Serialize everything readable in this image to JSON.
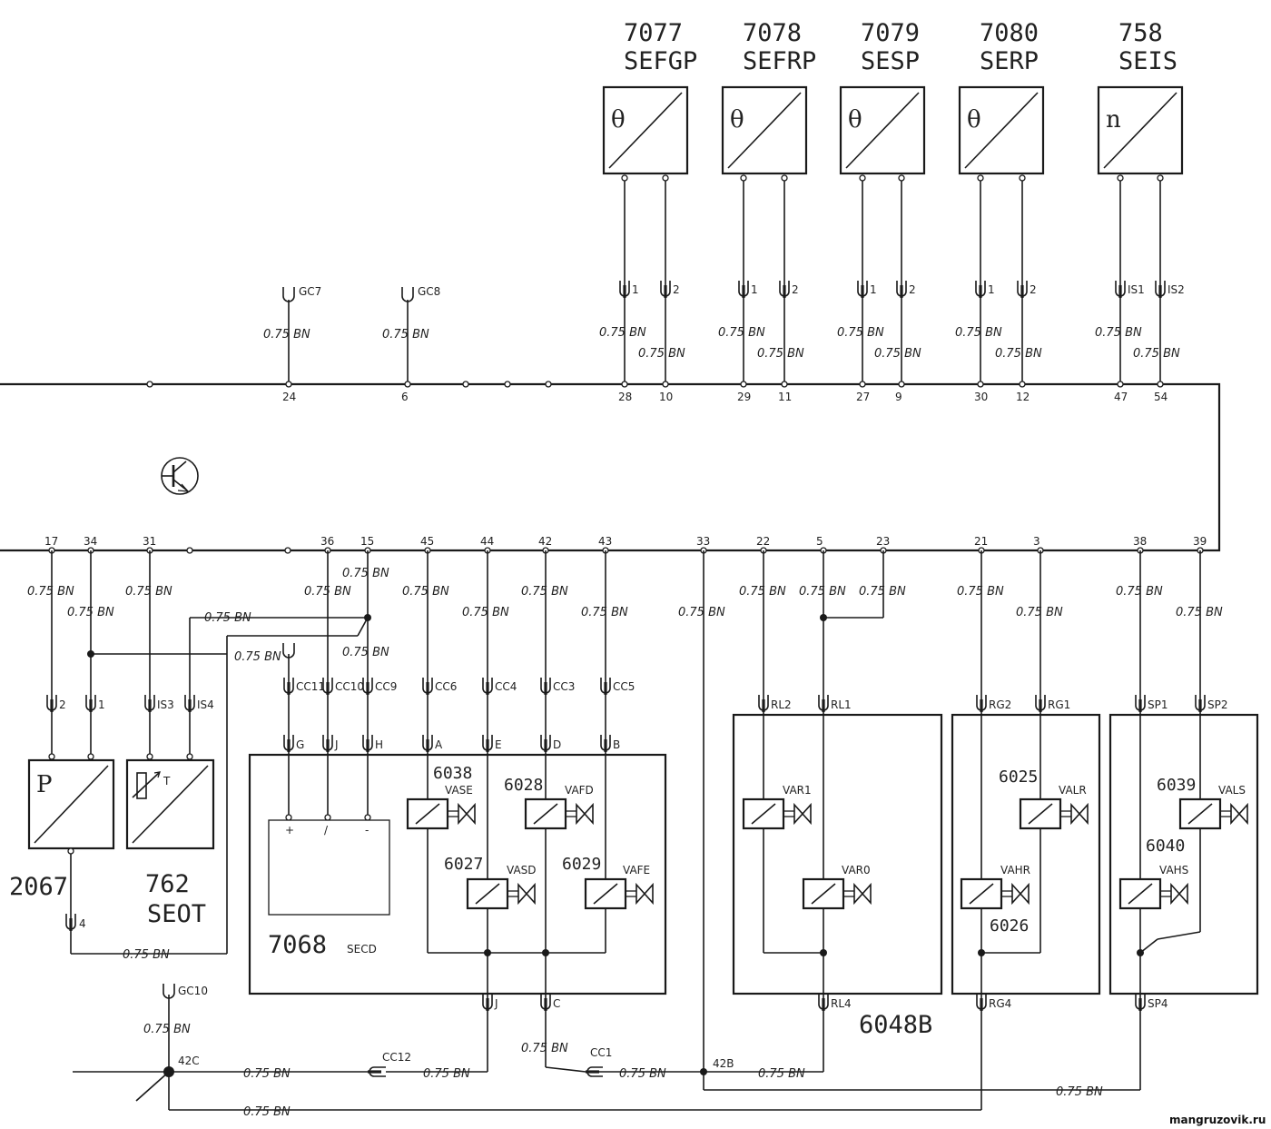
{
  "wire_spec": "0.75 BN",
  "top_sensors": [
    {
      "code": "7077",
      "name": "SEFGP",
      "symbol": "θ",
      "pin_a": "1",
      "pin_b": "2",
      "ecu_a": "28",
      "ecu_b": "10"
    },
    {
      "code": "7078",
      "name": "SEFRP",
      "symbol": "θ",
      "pin_a": "1",
      "pin_b": "2",
      "ecu_a": "29",
      "ecu_b": "11"
    },
    {
      "code": "7079",
      "name": "SESP",
      "symbol": "θ",
      "pin_a": "1",
      "pin_b": "2",
      "ecu_a": "27",
      "ecu_b": "9"
    },
    {
      "code": "7080",
      "name": "SERP",
      "symbol": "θ",
      "pin_a": "1",
      "pin_b": "2",
      "ecu_a": "30",
      "ecu_b": "12"
    },
    {
      "code": "758",
      "name": "SEIS",
      "symbol": "n",
      "pin_a": "IS1",
      "pin_b": "IS2",
      "ecu_a": "47",
      "ecu_b": "54"
    }
  ],
  "top_grounds": [
    {
      "label": "GC7",
      "ecu_pin": "24"
    },
    {
      "label": "GC8",
      "ecu_pin": "6"
    }
  ],
  "bottom_pins": [
    "17",
    "34",
    "31",
    "36",
    "15",
    "45",
    "44",
    "42",
    "43",
    "33",
    "22",
    "5",
    "23",
    "21",
    "3",
    "38",
    "39"
  ],
  "connectors": {
    "c2067_a": "2",
    "c2067_b": "1",
    "c2067_c": "4",
    "c762_a": "IS3",
    "c762_b": "IS4",
    "cc11": "CC11",
    "cc10": "CC10",
    "cc9": "CC9",
    "cc6": "CC6",
    "cc4": "CC4",
    "cc3": "CC3",
    "cc5": "CC5",
    "g": "G",
    "j_top": "J",
    "h": "H",
    "a": "A",
    "e": "E",
    "d": "D",
    "b": "B",
    "j_bot": "J",
    "c_bot": "C",
    "rl2": "RL2",
    "rl1": "RL1",
    "rl4": "RL4",
    "rg2": "RG2",
    "rg1": "RG1",
    "rg4": "RG4",
    "sp1": "SP1",
    "sp2": "SP2",
    "sp4": "SP4",
    "cc12": "CC12",
    "cc1": "CC1",
    "gc10": "GC10",
    "splice_42c": "42C",
    "splice_42b": "42B"
  },
  "sensor_2067": {
    "code": "2067",
    "symbol": "P"
  },
  "sensor_762": {
    "code": "762",
    "name": "SEOT",
    "symbol": "T"
  },
  "unit_7068": {
    "code": "7068",
    "name": "SECD",
    "terminal_plus": "+",
    "terminal_slash": "/",
    "terminal_minus": "-",
    "valves": [
      {
        "code": "6038",
        "name": "VASE"
      },
      {
        "code": "6028",
        "name": "VAFD"
      },
      {
        "code": "6027",
        "name": "VASD"
      },
      {
        "code": "6029",
        "name": "VAFE"
      }
    ]
  },
  "unit_6048b": {
    "code": "6048B",
    "valve_1": "VAR1",
    "valve_2": "VAR0"
  },
  "unit_rg": {
    "code_1": "6025",
    "valve_1": "VALR",
    "code_2": "6026",
    "valve_2": "VAHR"
  },
  "unit_sp": {
    "code_1": "6039",
    "valve_1": "VALS",
    "code_2": "6040",
    "valve_2": "VAHS"
  },
  "watermark": "mangruzovik.ru"
}
